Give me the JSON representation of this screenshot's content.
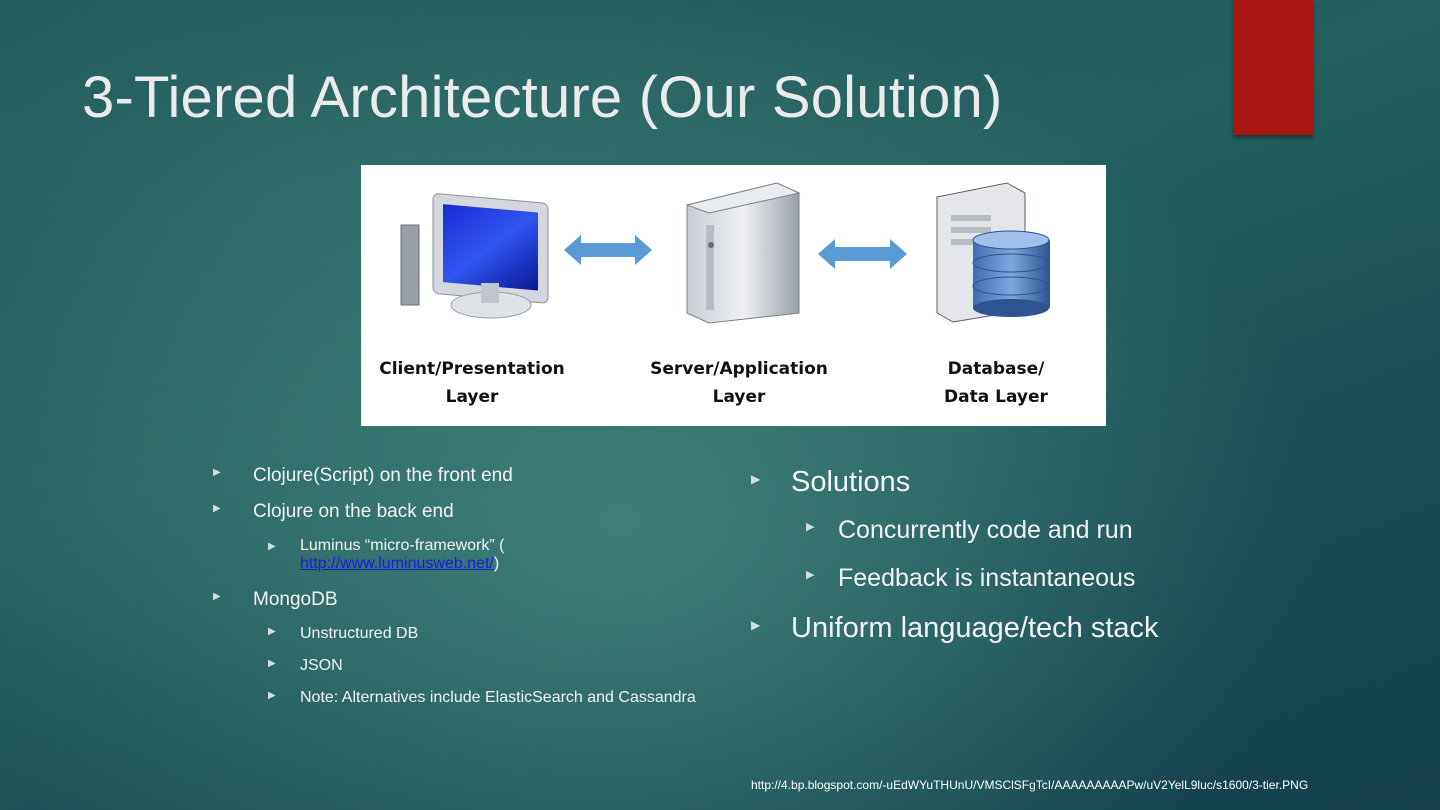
{
  "slide": {
    "title": "3-Tiered Architecture (Our Solution)",
    "source_url": "http://4.bp.blogspot.com/-uEdWYuTHUnU/VMSClSFgTcI/AAAAAAAAAPw/uV2YelL9luc/s1600/3-tier.PNG"
  },
  "diagram": {
    "layers": [
      {
        "line1": "Client/Presentation",
        "line2": "Layer",
        "icon": "monitor-icon"
      },
      {
        "line1": "Server/Application",
        "line2": "Layer",
        "icon": "server-icon"
      },
      {
        "line1": "Database/",
        "line2": "Data Layer",
        "icon": "database-icon"
      }
    ],
    "arrow_color": "#5b9bd5"
  },
  "left_list": [
    {
      "text": "Clojure(Script) on the front end"
    },
    {
      "text": "Clojure on the back end"
    },
    {
      "text_before": "Luminus “micro-framework” (",
      "link": "http://www.luminusweb.net/",
      "text_after": ")"
    },
    {
      "text": "MongoDB"
    },
    {
      "text": "Unstructured DB"
    },
    {
      "text": "JSON"
    },
    {
      "text": "Note: Alternatives include ElasticSearch and Cassandra"
    }
  ],
  "right_list": [
    {
      "text": "Solutions"
    },
    {
      "text": "Concurrently code and run"
    },
    {
      "text": "Feedback is instantaneous"
    },
    {
      "text": "Uniform language/tech stack"
    }
  ],
  "colors": {
    "accent": "#a81913",
    "background": "#23605f",
    "link": "#1a1ae6"
  }
}
